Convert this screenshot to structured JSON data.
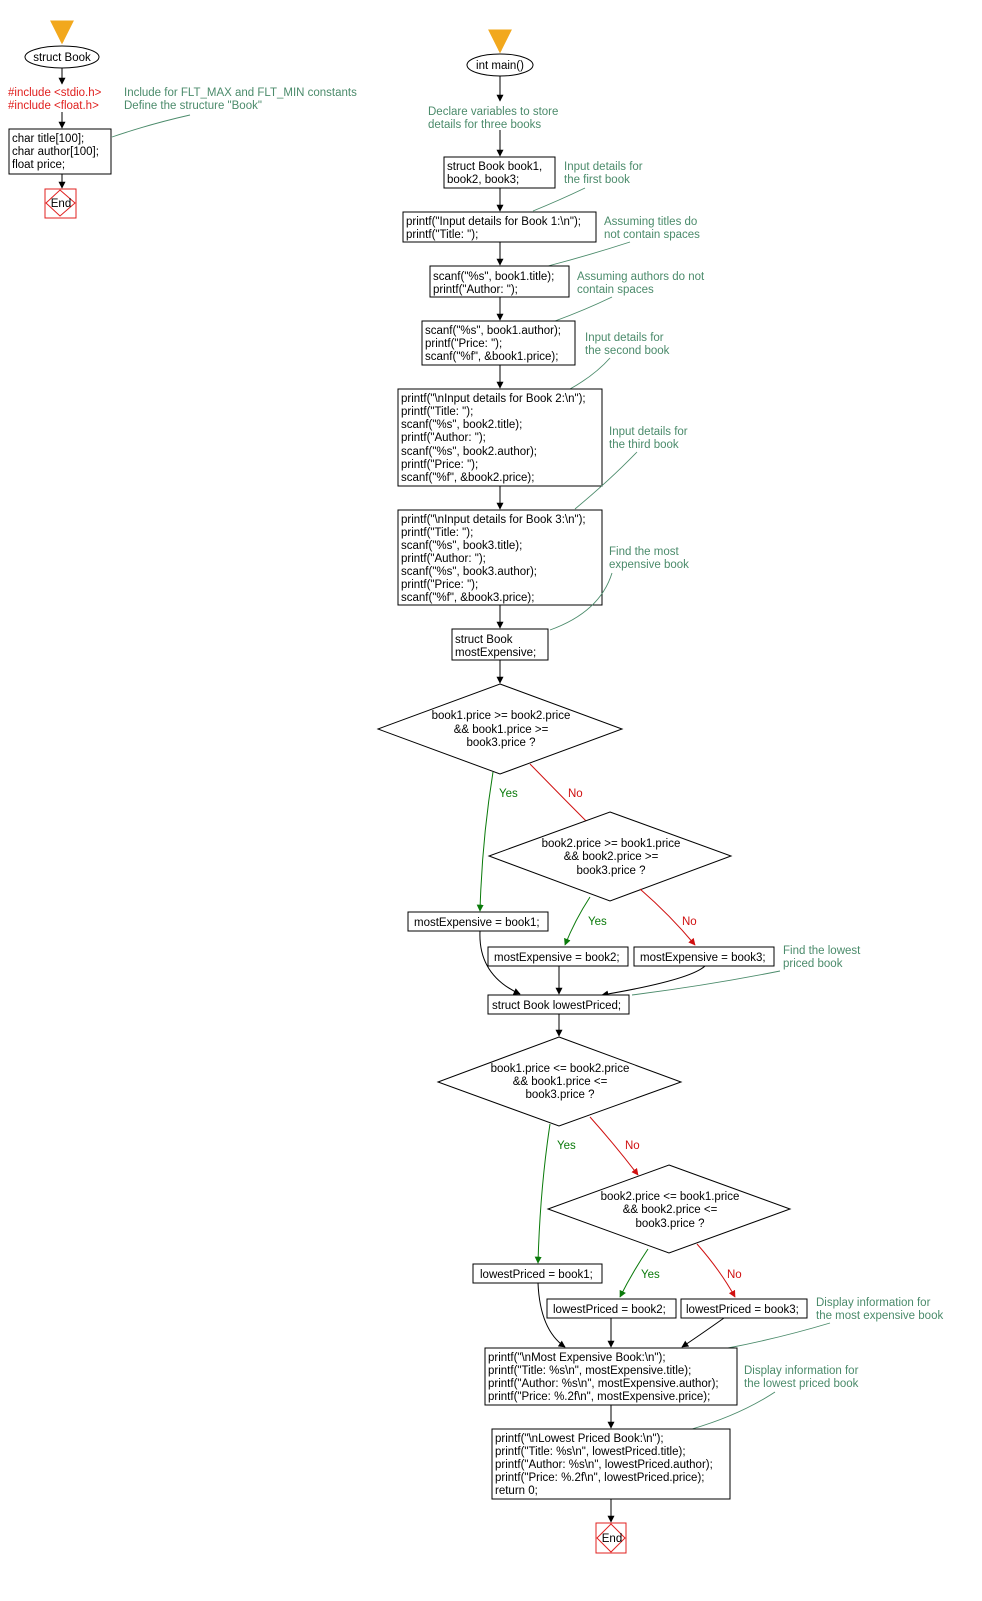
{
  "struct_part": {
    "start_label": "struct Book",
    "includes": [
      "#include <stdio.h>",
      "#include <float.h>"
    ],
    "comments": [
      "Include for FLT_MAX and FLT_MIN constants",
      "Define the structure \"Book\""
    ],
    "members": [
      "char title[100];",
      "char author[100];",
      "float price;"
    ],
    "end_label": "End"
  },
  "main_part": {
    "start_label": "int main()",
    "comment_declare": [
      "Declare variables to store",
      "details for three books"
    ],
    "declare": [
      "struct Book book1,",
      "book2, book3;"
    ],
    "comment_first": [
      "Input details for",
      "the first book"
    ],
    "input1": [
      "printf(\"Input details for Book 1:\\n\");",
      "printf(\"Title: \");"
    ],
    "comment_titles": [
      "Assuming titles do",
      "not contain spaces"
    ],
    "scan_title1": [
      "scanf(\"%s\", book1.title);",
      "printf(\"Author: \");"
    ],
    "comment_authors": [
      "Assuming authors do not",
      "contain spaces"
    ],
    "scan_author1": [
      "scanf(\"%s\", book1.author);",
      "printf(\"Price: \");",
      "scanf(\"%f\", &book1.price);"
    ],
    "comment_second": [
      "Input details for",
      "the second book"
    ],
    "input2": [
      "printf(\"\\nInput details for Book 2:\\n\");",
      "printf(\"Title: \");",
      "scanf(\"%s\", book2.title);",
      "printf(\"Author: \");",
      "scanf(\"%s\", book2.author);",
      "printf(\"Price: \");",
      "scanf(\"%f\", &book2.price);"
    ],
    "comment_third": [
      "Input details for",
      "the third book"
    ],
    "input3": [
      "printf(\"\\nInput details for Book 3:\\n\");",
      "printf(\"Title: \");",
      "scanf(\"%s\", book3.title);",
      "printf(\"Author: \");",
      "scanf(\"%s\", book3.author);",
      "printf(\"Price: \");",
      "scanf(\"%f\", &book3.price);"
    ],
    "comment_most": [
      "Find the most",
      "expensive book"
    ],
    "most_decl": [
      "struct Book",
      "mostExpensive;"
    ],
    "dec_most1": [
      "book1.price >= book2.price",
      "&& book1.price >=",
      "book3.price ?"
    ],
    "dec_most2": [
      "book2.price >= book1.price",
      "&& book2.price >=",
      "book3.price ?"
    ],
    "yes_label": "Yes",
    "no_label": "No",
    "assign_most1": "mostExpensive = book1;",
    "assign_most2": "mostExpensive = book2;",
    "assign_most3": "mostExpensive = book3;",
    "comment_lowest": [
      "Find the lowest",
      "priced book"
    ],
    "lowest_decl": "struct Book lowestPriced;",
    "dec_low1": [
      "book1.price <= book2.price",
      "&& book1.price <=",
      "book3.price ?"
    ],
    "dec_low2": [
      "book2.price <= book1.price",
      "&& book2.price <=",
      "book3.price ?"
    ],
    "assign_low1": "lowestPriced = book1;",
    "assign_low2": "lowestPriced = book2;",
    "assign_low3": "lowestPriced = book3;",
    "comment_display_most": [
      "Display information for",
      "the most expensive book"
    ],
    "print_most": [
      "printf(\"\\nMost Expensive Book:\\n\");",
      "printf(\"Title: %s\\n\", mostExpensive.title);",
      "printf(\"Author: %s\\n\", mostExpensive.author);",
      "printf(\"Price: %.2f\\n\", mostExpensive.price);"
    ],
    "comment_display_low": [
      "Display information for",
      "the lowest priced book"
    ],
    "print_low": [
      "printf(\"\\nLowest Priced Book:\\n\");",
      "printf(\"Title: %s\\n\", lowestPriced.title);",
      "printf(\"Author: %s\\n\", lowestPriced.author);",
      "printf(\"Price: %.2f\\n\", lowestPriced.price);",
      "return 0;"
    ],
    "end_label": "End"
  },
  "colors": {
    "code": "#000000",
    "comment": "#4b8b6b",
    "include": "#e0201f",
    "yes": "#0a7a0a",
    "no": "#d01010",
    "start_marker": "#f2a81d",
    "end_border": "#e0201f"
  }
}
